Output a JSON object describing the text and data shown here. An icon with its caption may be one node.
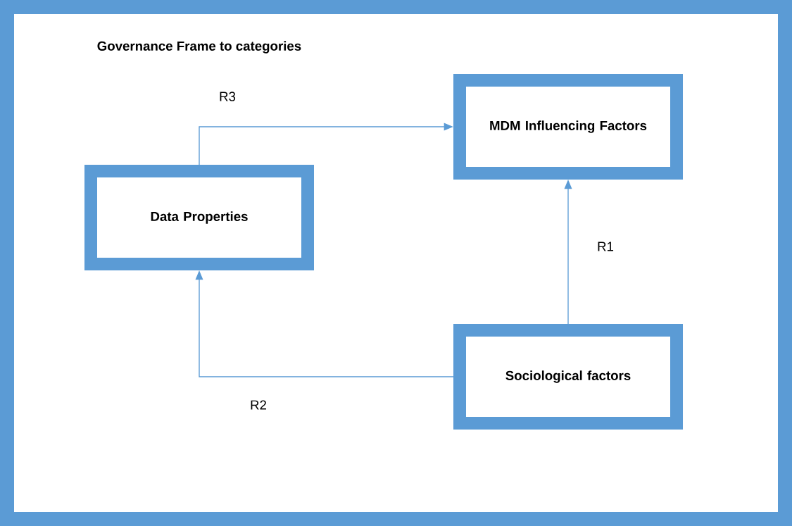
{
  "diagram": {
    "title": "Governance Frame to categories",
    "nodes": [
      {
        "text": [
          "MDM Influencing Factors"
        ]
      },
      {
        "text": [
          "Data Properties"
        ]
      },
      {
        "text": [
          "Sociological factors"
        ]
      }
    ],
    "edges": [
      {
        "from": 2,
        "to": 0,
        "arrow": "to",
        "label": "R1"
      },
      {
        "from": 2,
        "to": 1,
        "arrow": "to",
        "label": "R2"
      },
      {
        "from": 1,
        "to": 0,
        "arrow": "to",
        "label": "R3"
      }
    ]
  }
}
